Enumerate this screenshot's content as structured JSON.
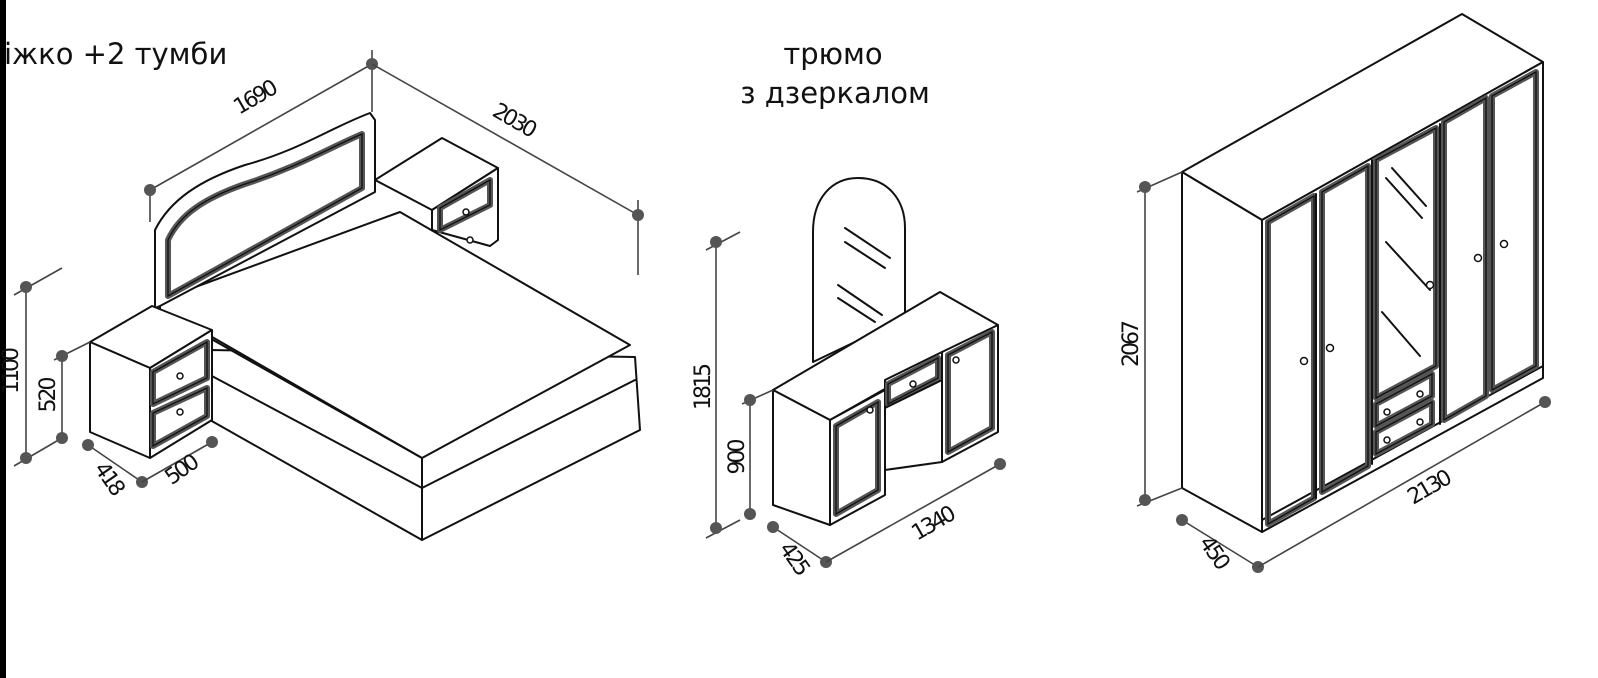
{
  "titles": {
    "bed": "іжко +2 тумби",
    "dresser_line1": "трюмо",
    "dresser_line2": "з дзеркалом"
  },
  "dimensions": {
    "bed_width": "1690",
    "bed_length": "2030",
    "bed_height": "1100",
    "nightstand_height": "520",
    "nightstand_depth": "418",
    "nightstand_width": "500",
    "dresser_height": "1815",
    "dresser_table_height": "900",
    "dresser_depth": "425",
    "dresser_width": "1340",
    "wardrobe_height": "2067",
    "wardrobe_depth": "450",
    "wardrobe_width": "2130"
  }
}
